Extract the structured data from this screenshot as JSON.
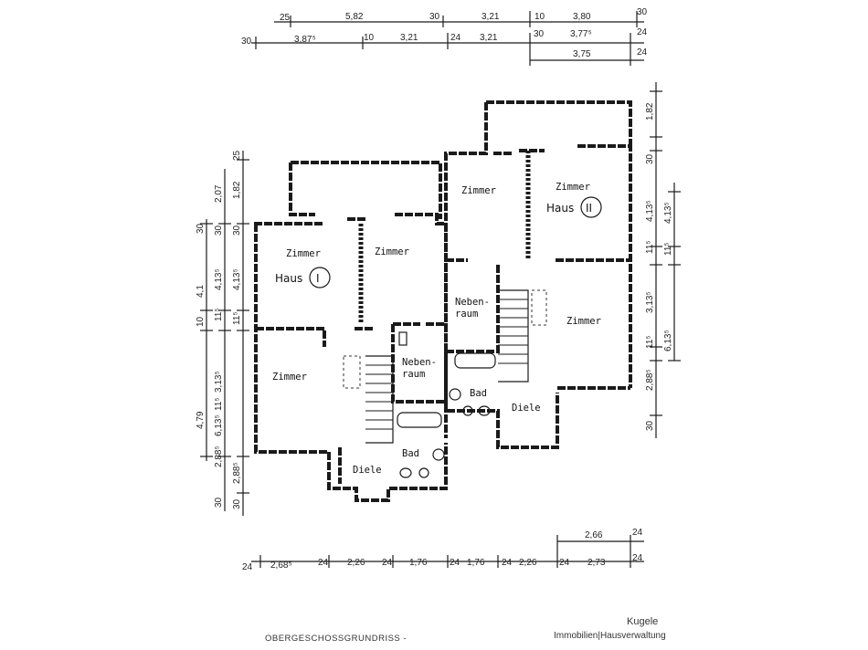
{
  "plan": {
    "title": "OBERGESCHOSSGRUNDRISS -",
    "company": "Kugele",
    "company_sub": "Immobilien|Hausverwaltung"
  },
  "rooms": {
    "h1_zimmer_a": "Zimmer",
    "h1_zimmer_b": "Zimmer",
    "h1_zimmer_c": "Zimmer",
    "h1_nebenraum_1": "Neben-",
    "h1_nebenraum_2": "raum",
    "h1_bad": "Bad",
    "h1_diele": "Diele",
    "h2_zimmer_a": "Zimmer",
    "h2_zimmer_b": "Zimmer",
    "h2_zimmer_c": "Zimmer",
    "h2_nebenraum_1": "Neben-",
    "h2_nebenraum_2": "raum",
    "h2_bad": "Bad",
    "h2_diele": "Diele"
  },
  "house_labels": {
    "haus1_text": "Haus",
    "haus1_num": "I",
    "haus2_text": "Haus",
    "haus2_num": "II"
  },
  "dimensions": {
    "top_row1": [
      "25",
      "5,82",
      "30",
      "3,21",
      "10",
      "3,80",
      "30"
    ],
    "top_row2": [
      "30",
      "3,87⁵",
      "10",
      "3,21",
      "24",
      "3,21",
      "30",
      "3,77⁵",
      "24"
    ],
    "top_row3": [
      "3,75",
      "24"
    ],
    "bottom_row1": [
      "2,66",
      "24"
    ],
    "bottom_row2": [
      "24",
      "2,68⁵",
      "24",
      "2,26",
      "24",
      "1,76",
      "24",
      "1,76",
      "24",
      "2,26",
      "24",
      "2,73",
      "24"
    ],
    "left_col1": [
      "30",
      "4,1",
      "10",
      "4,79"
    ],
    "left_col2": [
      "2,07",
      "30",
      "4,13⁵",
      "11⁵",
      "3,13⁵",
      "11⁵",
      "6,13⁵",
      "2,88⁵",
      "30"
    ],
    "left_col3": [
      "25",
      "1,82",
      "30",
      "4,13⁵",
      "11⁵",
      "2,88⁵",
      "30"
    ],
    "right_col1": [
      "1,82",
      "30",
      "4,13⁵",
      "11⁵",
      "3,13⁵",
      "11⁵",
      "2,88⁵",
      "30"
    ],
    "right_col2": [
      "4,13⁵",
      "11⁵",
      "6,13⁵"
    ]
  }
}
